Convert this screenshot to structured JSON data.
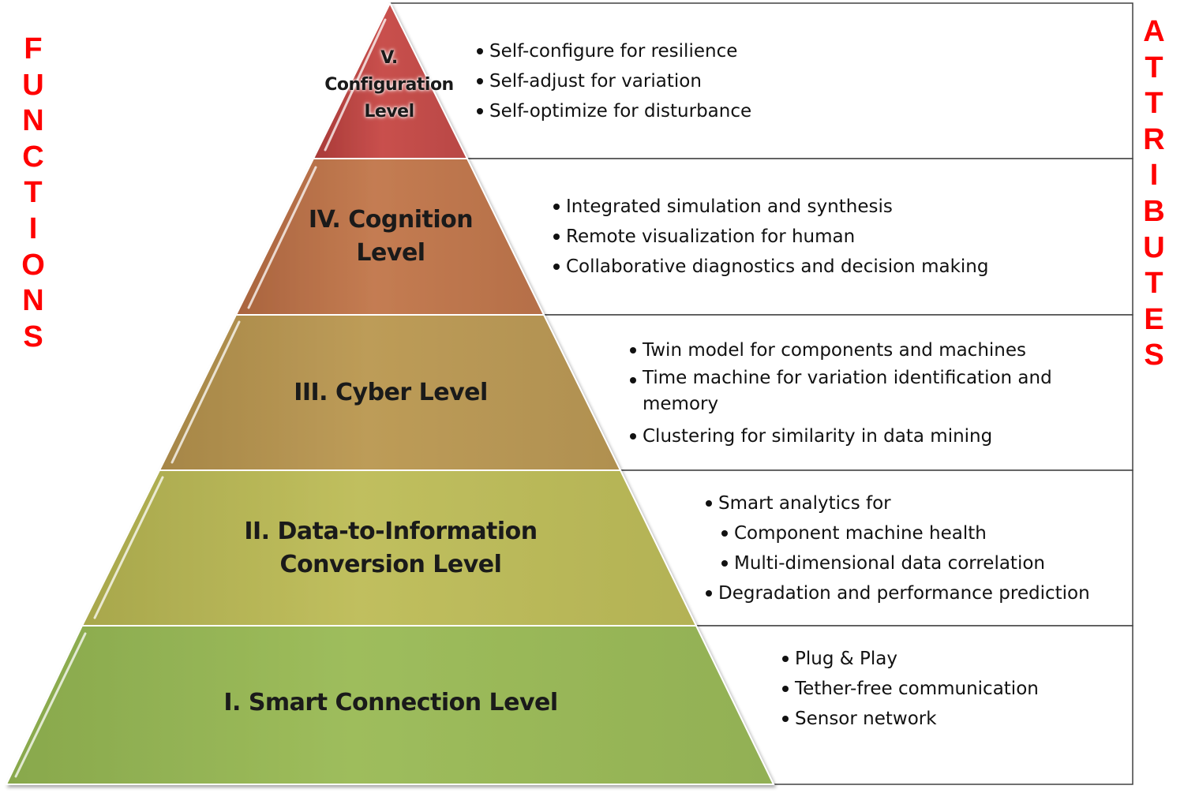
{
  "left_label": "FUNCTIONS",
  "right_label": "ATTRIBUTES",
  "levels": [
    {
      "title_lines": [
        "V.",
        "Configuration",
        "Level"
      ],
      "color": "#c0504d",
      "attributes": [
        "Self-configure for resilience",
        "Self-adjust for variation",
        "Self-optimize for disturbance"
      ]
    },
    {
      "title_lines": [
        "IV. Cognition",
        "Level"
      ],
      "color": "#c07a50",
      "attributes": [
        "Integrated simulation and synthesis",
        "Remote visualization for human",
        "Collaborative diagnostics and decision making"
      ]
    },
    {
      "title_lines": [
        "III. Cyber Level"
      ],
      "color": "#b89a52",
      "attributes": [
        "Twin model for components and machines",
        "Time machine for variation identification and memory",
        "Clustering for similarity in data mining"
      ]
    },
    {
      "title_lines": [
        "II. Data-to-Information",
        "Conversion Level"
      ],
      "color": "#bcbc5a",
      "attributes": [
        "Smart analytics for",
        "Component machine health",
        "Multi-dimensional data correlation",
        "Degradation and performance prediction"
      ]
    },
    {
      "title_lines": [
        "I. Smart Connection Level"
      ],
      "color": "#9bbb59",
      "attributes": [
        "Plug & Play",
        "Tether-free communication",
        "Sensor network"
      ]
    }
  ]
}
